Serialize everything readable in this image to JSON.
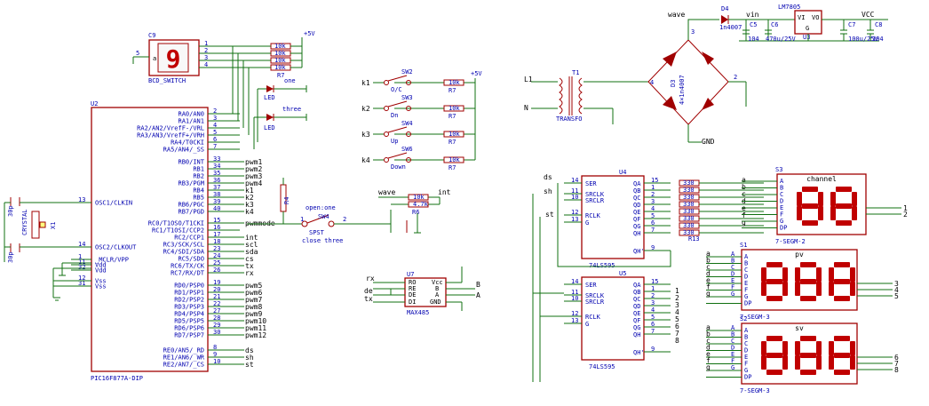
{
  "components": {
    "mcu": {
      "ref": "U2",
      "part": "PIC16F877A-DIP"
    },
    "bcd": {
      "ref": "C9",
      "part": "BCD_SWITCH",
      "digit": "9"
    },
    "crystal": {
      "ref": "X1",
      "part": "CRYSTAL",
      "cap": "30p"
    },
    "reg": {
      "ref": "U3",
      "part": "LM7805",
      "in": "VI",
      "out": "VO",
      "gnd": "G"
    },
    "diode": {
      "ref": "D4",
      "part": "1n4007"
    },
    "bridge": {
      "ref": "D3",
      "part": "4×1n4007"
    },
    "transfo": {
      "ref": "T1",
      "part": "TRANSFO"
    },
    "max": {
      "ref": "U7",
      "part": "MAX485"
    },
    "sr1": {
      "ref": "U4",
      "part": "74LS595"
    },
    "sr2": {
      "ref": "U5",
      "part": "74LS595"
    },
    "disp1": {
      "ref": "S3",
      "part": "7-SEGM-2",
      "title": "channel",
      "text": "88"
    },
    "disp2": {
      "ref": "S1",
      "part": "7-SEGM-3",
      "title": "pv",
      "text": "888"
    },
    "disp3": {
      "ref": "S2",
      "part": "7-SEGM-3",
      "title": "sv",
      "text": "888"
    },
    "spst": {
      "ref": "SW4",
      "part": "SPST",
      "top": "open:one",
      "bottom": "close three"
    }
  },
  "mcu_left": [
    {
      "pin": "13",
      "name": "OSC1/CLKIN"
    },
    {
      "pin": "14",
      "name": "OSC2/CLKOUT"
    },
    {
      "pin": "1",
      "name": "_MCLR/VPP"
    },
    {
      "pin": "11",
      "name": "Vdd"
    },
    {
      "pin": "32",
      "name": "Vdd"
    },
    {
      "pin": "12",
      "name": "Vss"
    },
    {
      "pin": "31",
      "name": "Vss"
    }
  ],
  "mcu_right": [
    {
      "pin": "2",
      "name": "RA0/AN0",
      "net": ""
    },
    {
      "pin": "3",
      "name": "RA1/AN1",
      "net": ""
    },
    {
      "pin": "4",
      "name": "RA2/AN2/VrefF-/VRL",
      "net": ""
    },
    {
      "pin": "5",
      "name": "RA3/AN3/VrefF+/VRH",
      "net": ""
    },
    {
      "pin": "6",
      "name": "RA4/T0CKI",
      "net": ""
    },
    {
      "pin": "7",
      "name": "RA5/AN4/_SS",
      "net": ""
    },
    {
      "pin": "33",
      "name": "RB0/INT",
      "net": "pwm1"
    },
    {
      "pin": "34",
      "name": "RB1",
      "net": "pwm2"
    },
    {
      "pin": "35",
      "name": "RB2",
      "net": "pwm3"
    },
    {
      "pin": "36",
      "name": "RB3/PGM",
      "net": "pwm4"
    },
    {
      "pin": "37",
      "name": "RB4",
      "net": "k1"
    },
    {
      "pin": "38",
      "name": "RB5",
      "net": "k2"
    },
    {
      "pin": "39",
      "name": "RB6/PGC",
      "net": "k3"
    },
    {
      "pin": "40",
      "name": "RB7/PGD",
      "net": "k4"
    },
    {
      "pin": "15",
      "name": "RC0/T1OSO/T1CKI",
      "net": "pwmmode"
    },
    {
      "pin": "16",
      "name": "RC1/T1OSI/CCP2",
      "net": ""
    },
    {
      "pin": "17",
      "name": "RC2/CCP1",
      "net": "int"
    },
    {
      "pin": "18",
      "name": "RC3/SCK/SCL",
      "net": "scl"
    },
    {
      "pin": "23",
      "name": "RC4/SDI/SDA",
      "net": "sda"
    },
    {
      "pin": "24",
      "name": "RC5/SDO",
      "net": "cs"
    },
    {
      "pin": "25",
      "name": "RC6/TX/CK",
      "net": "tx"
    },
    {
      "pin": "26",
      "name": "RC7/RX/DT",
      "net": "rx"
    },
    {
      "pin": "19",
      "name": "RD0/PSP0",
      "net": "pwm5"
    },
    {
      "pin": "20",
      "name": "RD1/PSP1",
      "net": "pwm6"
    },
    {
      "pin": "21",
      "name": "RD2/PSP2",
      "net": "pwm7"
    },
    {
      "pin": "22",
      "name": "RD3/PSP3",
      "net": "pwm8"
    },
    {
      "pin": "27",
      "name": "RD4/PSP4",
      "net": "pwm9"
    },
    {
      "pin": "28",
      "name": "RD5/PSP5",
      "net": "pwm10"
    },
    {
      "pin": "29",
      "name": "RD6/PSP6",
      "net": "pwm11"
    },
    {
      "pin": "30",
      "name": "RD7/PSP7",
      "net": "pwm12"
    },
    {
      "pin": "8",
      "name": "RE0/AN5/_RD",
      "net": "ds"
    },
    {
      "pin": "9",
      "name": "RE1/AN6/_WR",
      "net": "sh"
    },
    {
      "pin": "10",
      "name": "RE2/AN7/_CS",
      "net": "st"
    }
  ],
  "keys": [
    {
      "net": "k1",
      "sw": "SW2",
      "name": "O/C",
      "r": "R7"
    },
    {
      "net": "k2",
      "sw": "SW3",
      "name": "Dn",
      "r": "R7"
    },
    {
      "net": "k3",
      "sw": "SW4",
      "name": "Up",
      "r": "R7"
    },
    {
      "net": "k4",
      "sw": "SW6",
      "name": "Down",
      "r": "R7"
    }
  ],
  "sr_pins": [
    "SER",
    "SRCLK",
    "SRCLR",
    "RCLK",
    "G"
  ],
  "sr_outs": [
    "QA",
    "QB",
    "QC",
    "QD",
    "QE",
    "QF",
    "QG",
    "QH",
    "QH'"
  ],
  "seg_pins": [
    "A",
    "B",
    "C",
    "D",
    "E",
    "F",
    "G",
    "DP"
  ],
  "seg_nets": [
    "a",
    "b",
    "c",
    "d",
    "e",
    "f",
    "g"
  ],
  "labels": {
    "vcc": "VCC",
    "gnd": "GND",
    "wave": "wave",
    "vin": "vin",
    "l1": "L1",
    "n": "N",
    "int": "int",
    "c5": "104",
    "c6": "470u/25V",
    "c7": "100u/25V",
    "c8": "104",
    "cap_c5": "C5",
    "cap_c6": "C6",
    "cap_c7": "C7",
    "cap_c8": "C8",
    "led1": "LED",
    "led2": "LED",
    "one": "one",
    "three": "three",
    "r7": "R7",
    "r4": "R4",
    "r6": "R6",
    "r13": "R13",
    "r10k": "10k",
    "r47k": "4.7k",
    "r330": "330",
    "ds": "ds",
    "sh": "sh",
    "st": "st",
    "rx": "rx",
    "de": "de",
    "tx": "tx",
    "cs": "cs",
    "ab_a": "A",
    "ab_b": "B",
    "max_pins": [
      "RO",
      "RE",
      "DE",
      "DI",
      "Vcc",
      "B",
      "A",
      "GND"
    ]
  }
}
